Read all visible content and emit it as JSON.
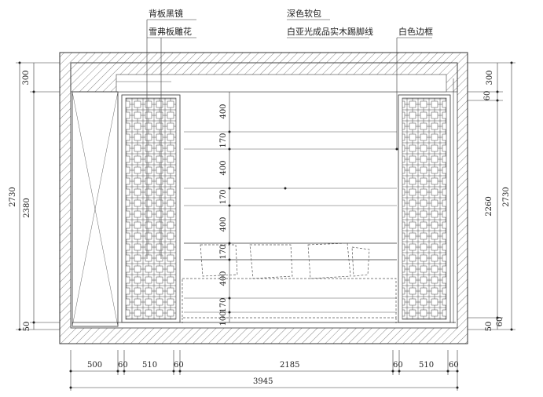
{
  "annotations": {
    "back_mirror": "背板黑镜",
    "snowflake_carving": "雪弗板雕花",
    "dark_soft_pack": "深色软包",
    "skirting": "白亚光成品实木踢脚线",
    "white_frame": "白色边框"
  },
  "dimensions": {
    "left": {
      "top_300": "300",
      "mid_2380": "2380",
      "bot_50": "50",
      "total_2730": "2730"
    },
    "right": {
      "top_300": "300",
      "top_60": "60",
      "mid_2260": "2260",
      "bot_50": "50",
      "bot_60": "60",
      "total_2730": "2730"
    },
    "bottom": {
      "d500": "500",
      "d60a": "60",
      "d510a": "510",
      "d60b": "60",
      "d2185": "2185",
      "d60c": "60",
      "d510b": "510",
      "d60d": "60",
      "total": "3945"
    },
    "center": {
      "c1": "400",
      "c2": "170",
      "c3": "400",
      "c4": "170",
      "c5": "400",
      "c6": "170",
      "c7": "400",
      "c8": "170",
      "c9": "100"
    }
  }
}
